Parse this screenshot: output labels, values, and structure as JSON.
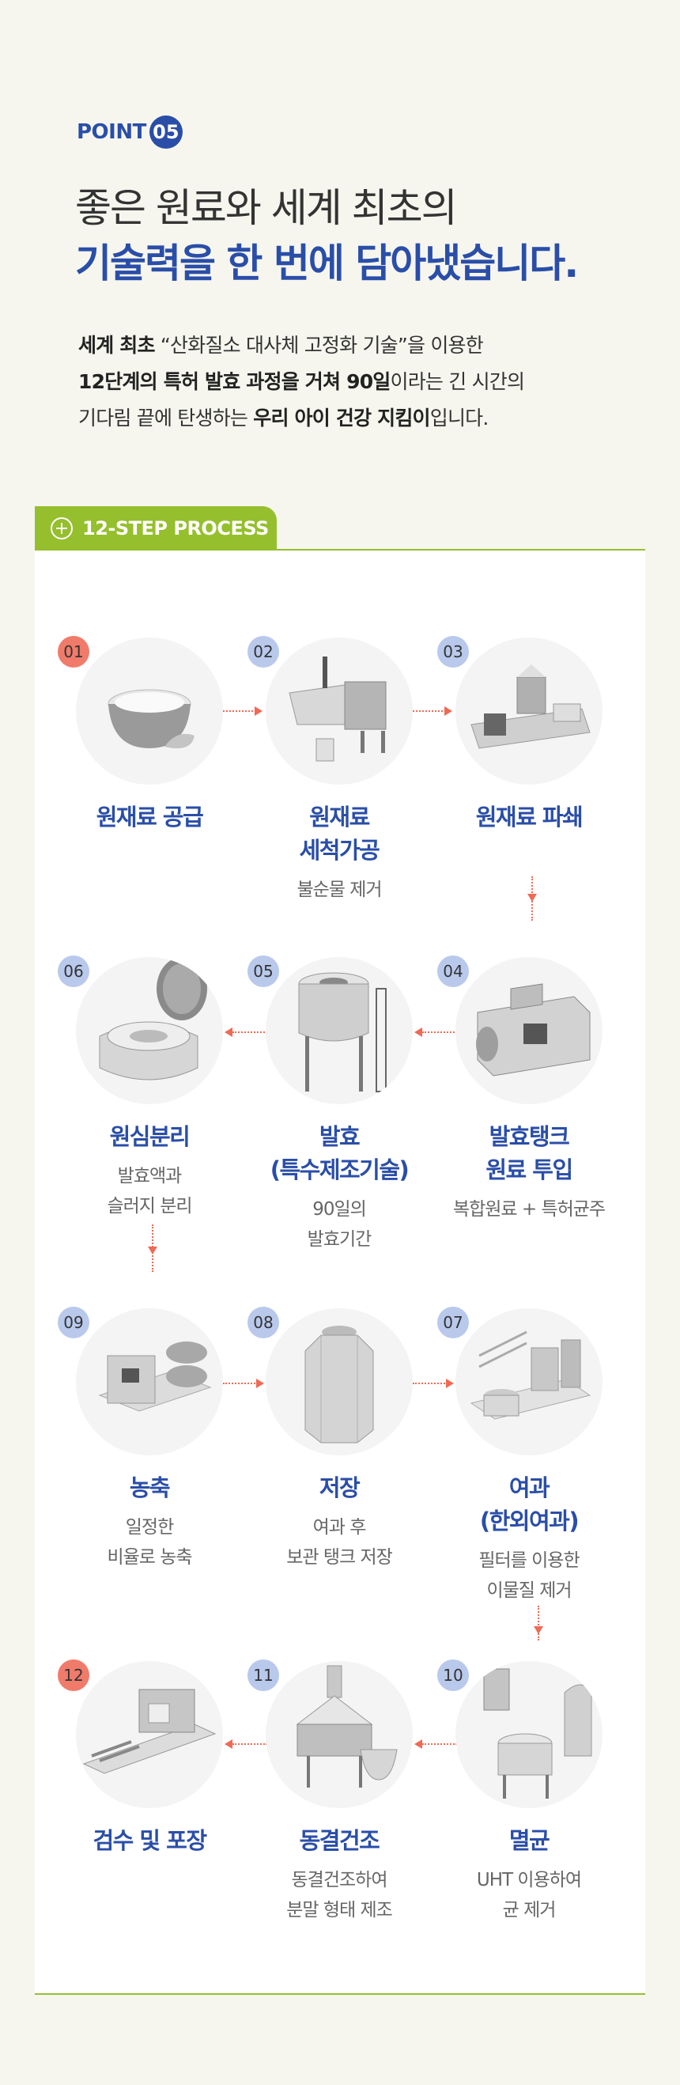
{
  "header": {
    "point_label": "POINT",
    "point_number": "05",
    "headline_line1": "좋은 원료와 세계 최초의",
    "headline_line2": "기술력을 한 번에 담아냈습니다."
  },
  "description": {
    "l1_bold": "세계 최초",
    "l1_rest": " “산화질소 대사체 고정화 기술”을 이용한",
    "l2_bold1": "12단계의 특허 발효 과정을 거쳐 90일",
    "l2_rest": "이라는 긴 시간의",
    "l3_pre": "기다림 끝에 탄생하는 ",
    "l3_bold": "우리 아이 건강 지킴이",
    "l3_post": "입니다."
  },
  "process_tab": {
    "label": "12-STEP PROCESS",
    "icon": "plus-circle-icon"
  },
  "steps": [
    {
      "num": "01",
      "title1": "원재료 공급",
      "title2": "",
      "sub1": "",
      "sub2": "",
      "icon": "bowl-powder-icon"
    },
    {
      "num": "02",
      "title1": "원재료",
      "title2": "세척가공",
      "sub1": "불순물 제거",
      "sub2": "",
      "icon": "washing-machine-icon"
    },
    {
      "num": "03",
      "title1": "원재료 파쇄",
      "title2": "",
      "sub1": "",
      "sub2": "",
      "icon": "crusher-machine-icon"
    },
    {
      "num": "04",
      "title1": "발효탱크",
      "title2": "원료 투입",
      "sub1": "복합원료 + 특허균주",
      "sub2": "",
      "icon": "fermentation-tank-icon"
    },
    {
      "num": "05",
      "title1": "발효",
      "title2": "(특수제조기술)",
      "sub1": "90일의",
      "sub2": "발효기간",
      "icon": "silo-icon"
    },
    {
      "num": "06",
      "title1": "원심분리",
      "title2": "",
      "sub1": "발효액과",
      "sub2": "슬러지 분리",
      "icon": "centrifuge-icon"
    },
    {
      "num": "07",
      "title1": "여과",
      "title2": "(한외여과)",
      "sub1": "필터를 이용한",
      "sub2": "이물질 제거",
      "icon": "filtration-system-icon"
    },
    {
      "num": "08",
      "title1": "저장",
      "title2": "",
      "sub1": "여과 후",
      "sub2": "보관 탱크 저장",
      "icon": "storage-tank-icon"
    },
    {
      "num": "09",
      "title1": "농축",
      "title2": "",
      "sub1": "일정한",
      "sub2": "비율로 농축",
      "icon": "concentrator-icon"
    },
    {
      "num": "10",
      "title1": "멸균",
      "title2": "",
      "sub1": "UHT 이용하여",
      "sub2": "균 제거",
      "icon": "sterilizer-icon"
    },
    {
      "num": "11",
      "title1": "동결건조",
      "title2": "",
      "sub1": "동결건조하여",
      "sub2": "분말 형태 제조",
      "icon": "freeze-dryer-icon"
    },
    {
      "num": "12",
      "title1": "검수 및 포장",
      "title2": "",
      "sub1": "",
      "sub2": "",
      "icon": "packaging-line-icon"
    }
  ],
  "colors": {
    "accent_blue": "#2a4ea8",
    "accent_green": "#95bf2d",
    "arrow_red": "#ef6a55",
    "badge_blue": "#b9c9ec",
    "badge_red": "#f07b6a"
  }
}
